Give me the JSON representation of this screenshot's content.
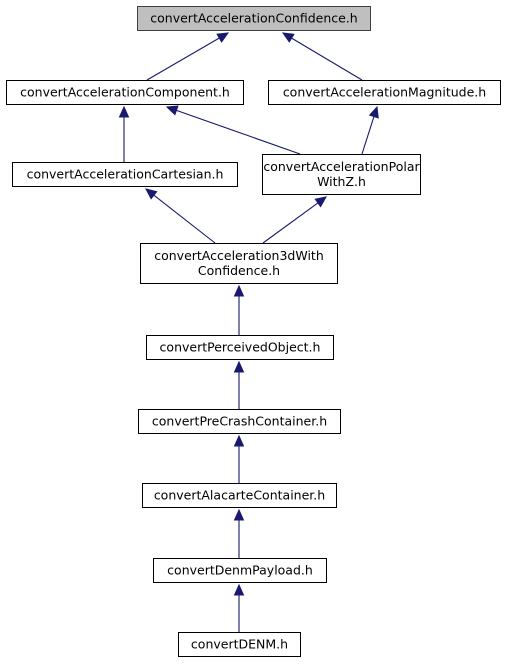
{
  "colors": {
    "edge": "#191970",
    "root_fill": "#bfbfbf",
    "node_fill": "#ffffff",
    "node_stroke": "#000000"
  },
  "nodes": {
    "root": {
      "lines": [
        "convertAccelerationConfidence.h"
      ]
    },
    "component": {
      "lines": [
        "convertAccelerationComponent.h"
      ]
    },
    "magnitude": {
      "lines": [
        "convertAccelerationMagnitude.h"
      ]
    },
    "cartesian": {
      "lines": [
        "convertAccelerationCartesian.h"
      ]
    },
    "polar": {
      "lines": [
        "convertAccelerationPolar",
        "WithZ.h"
      ]
    },
    "acc3d": {
      "lines": [
        "convertAcceleration3dWith",
        "Confidence.h"
      ]
    },
    "perceived": {
      "lines": [
        "convertPerceivedObject.h"
      ]
    },
    "precrash": {
      "lines": [
        "convertPreCrashContainer.h"
      ]
    },
    "alacarte": {
      "lines": [
        "convertAlacarteContainer.h"
      ]
    },
    "denmpayload": {
      "lines": [
        "convertDenmPayload.h"
      ]
    },
    "denm": {
      "lines": [
        "convertDENM.h"
      ]
    }
  },
  "edges": [
    {
      "from": "component",
      "to": "root"
    },
    {
      "from": "magnitude",
      "to": "root"
    },
    {
      "from": "cartesian",
      "to": "component"
    },
    {
      "from": "polar",
      "to": "component"
    },
    {
      "from": "polar",
      "to": "magnitude"
    },
    {
      "from": "acc3d",
      "to": "cartesian"
    },
    {
      "from": "acc3d",
      "to": "polar"
    },
    {
      "from": "perceived",
      "to": "acc3d"
    },
    {
      "from": "precrash",
      "to": "perceived"
    },
    {
      "from": "alacarte",
      "to": "precrash"
    },
    {
      "from": "denmpayload",
      "to": "alacarte"
    },
    {
      "from": "denm",
      "to": "denmpayload"
    }
  ]
}
